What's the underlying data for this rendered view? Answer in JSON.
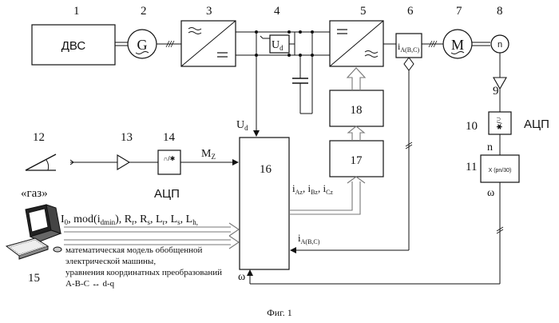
{
  "block_numbers": [
    "1",
    "2",
    "3",
    "4",
    "5",
    "6",
    "7",
    "8",
    "9",
    "10",
    "11",
    "12",
    "13",
    "14",
    "15",
    "16",
    "17",
    "18"
  ],
  "labels": {
    "dvs": "ДВС",
    "generator": "G",
    "ud_box": "Ud",
    "current_box": "iA(B,C)",
    "motor": "M",
    "speed_sensor": "n",
    "adc": "АЦП",
    "adc_n": "n",
    "x_box": "X (pn/30)",
    "omega": "ω",
    "gas": "«газ»",
    "mz": "MZ",
    "ud": "Ud",
    "block16": "16",
    "block17": "17",
    "block18": "18",
    "i_z": "iAz, iBz, iCz",
    "params": "I0, mod(idmin), Rr, Rs, Lr, Ls, Lh,",
    "model_lines": [
      "математическая модель обобщенной",
      "электрической машины,",
      "уравнения координатных преобразований",
      "A-B-C ↔ d-q"
    ],
    "i_abc": "iA(B,C)",
    "omega_in": "ω",
    "caption": "Фиг. 1"
  }
}
